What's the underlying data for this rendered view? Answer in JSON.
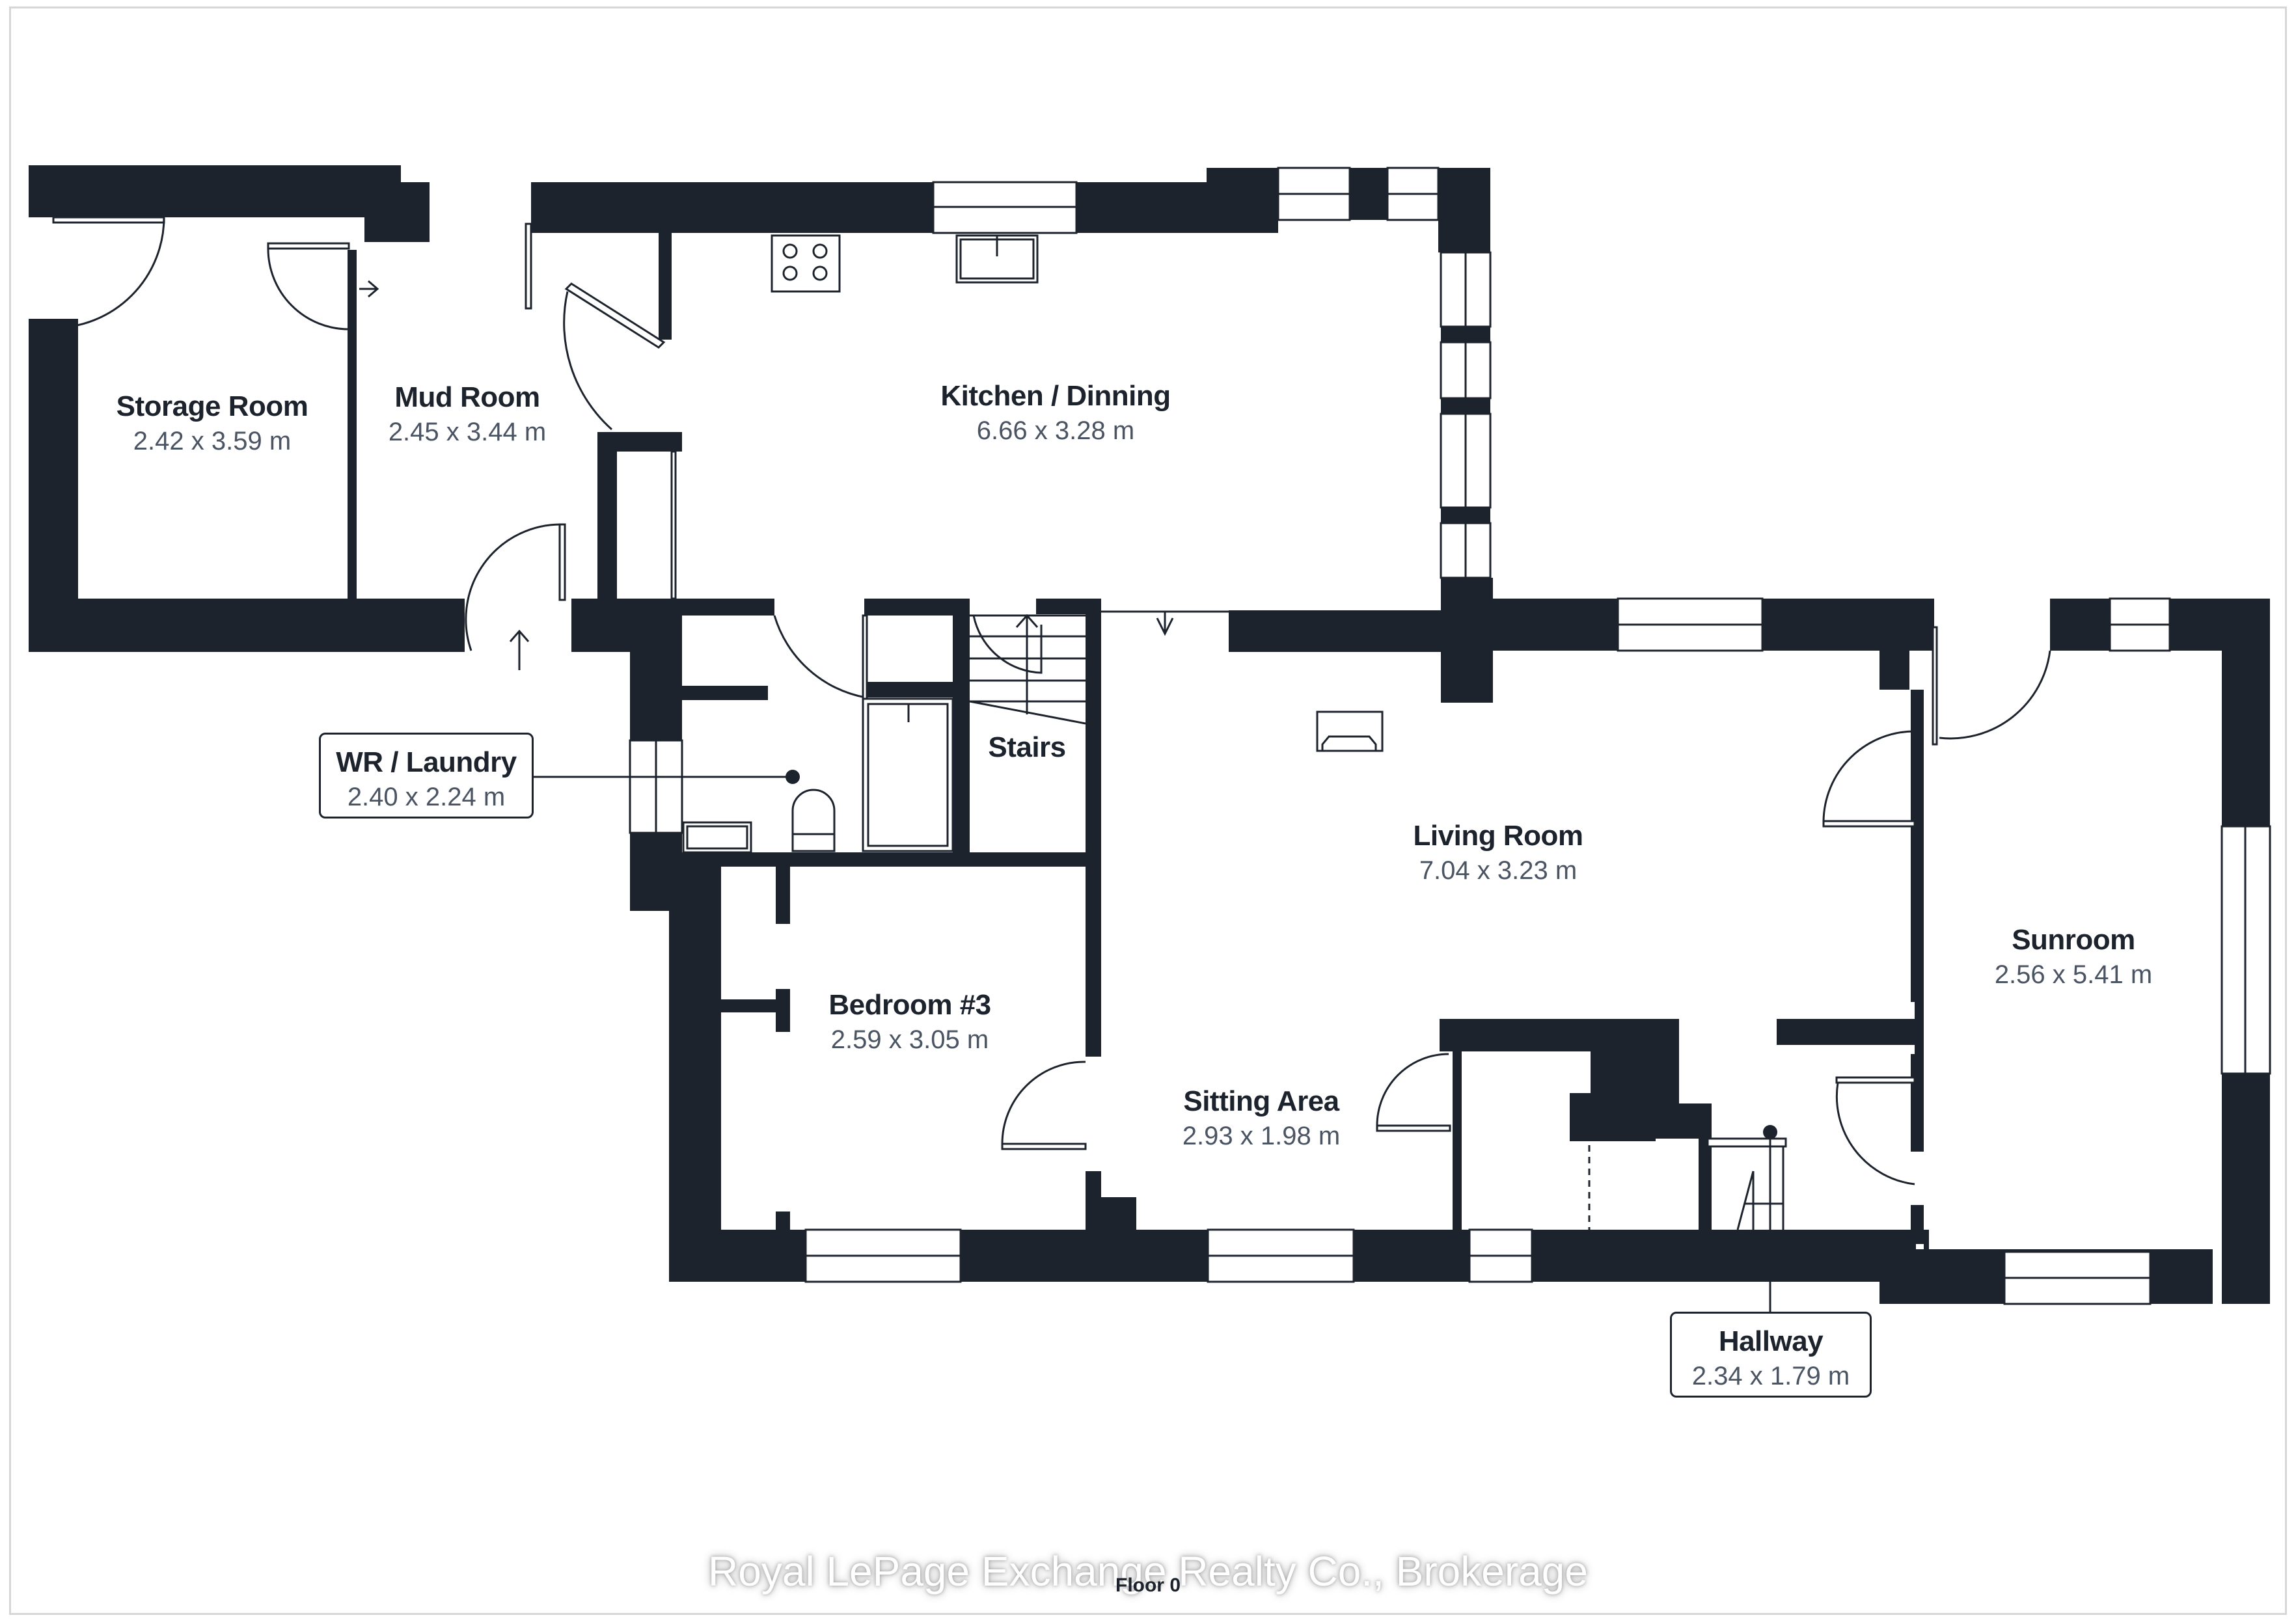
{
  "plan": {
    "floor_label": "Floor 0",
    "watermark": "Royal LePage Exchange Realty Co., Brokerage",
    "wall_color": "#1c232d",
    "dims_color": "#4a5462"
  },
  "rooms": [
    {
      "name": "Storage Room",
      "dims": "2.42 x 3.59 m"
    },
    {
      "name": "Mud Room",
      "dims": "2.45 x 3.44 m"
    },
    {
      "name": "Kitchen / Dinning",
      "dims": "6.66 x 3.28 m"
    },
    {
      "name": "WR / Laundry",
      "dims": "2.40 x 2.24 m"
    },
    {
      "name": "Stairs"
    },
    {
      "name": "Living Room",
      "dims": "7.04 x 3.23 m"
    },
    {
      "name": "Sunroom",
      "dims": "2.56 x 5.41 m"
    },
    {
      "name": "Bedroom #3",
      "dims": "2.59 x 3.05 m"
    },
    {
      "name": "Sitting Area",
      "dims": "2.93 x 1.98 m"
    },
    {
      "name": "Hallway",
      "dims": "2.34 x 1.79 m"
    }
  ]
}
